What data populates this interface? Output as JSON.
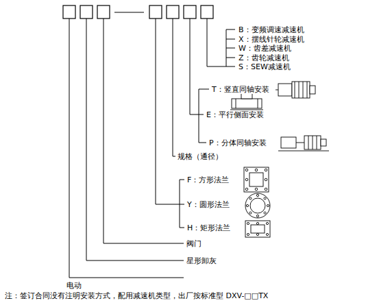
{
  "diagram": {
    "labels": [
      "B：变频调速减速机",
      "X：摆线针轮减速机",
      "W：齿差减速机",
      "Z：齿轮减速机",
      "S：SEW减速机",
      "T：竖直同轴安装",
      "E：平行侧面安装",
      "P：分体同轴安装",
      "规格（通径）",
      "F：方形法兰",
      "Y：圆形法兰",
      "H：矩形法兰",
      "阀门",
      "星形卸灰",
      "电动",
      "注：签订合同没有注明安装方式，配用减速机类型，出厂按标准型 DXV-□□TX"
    ]
  }
}
